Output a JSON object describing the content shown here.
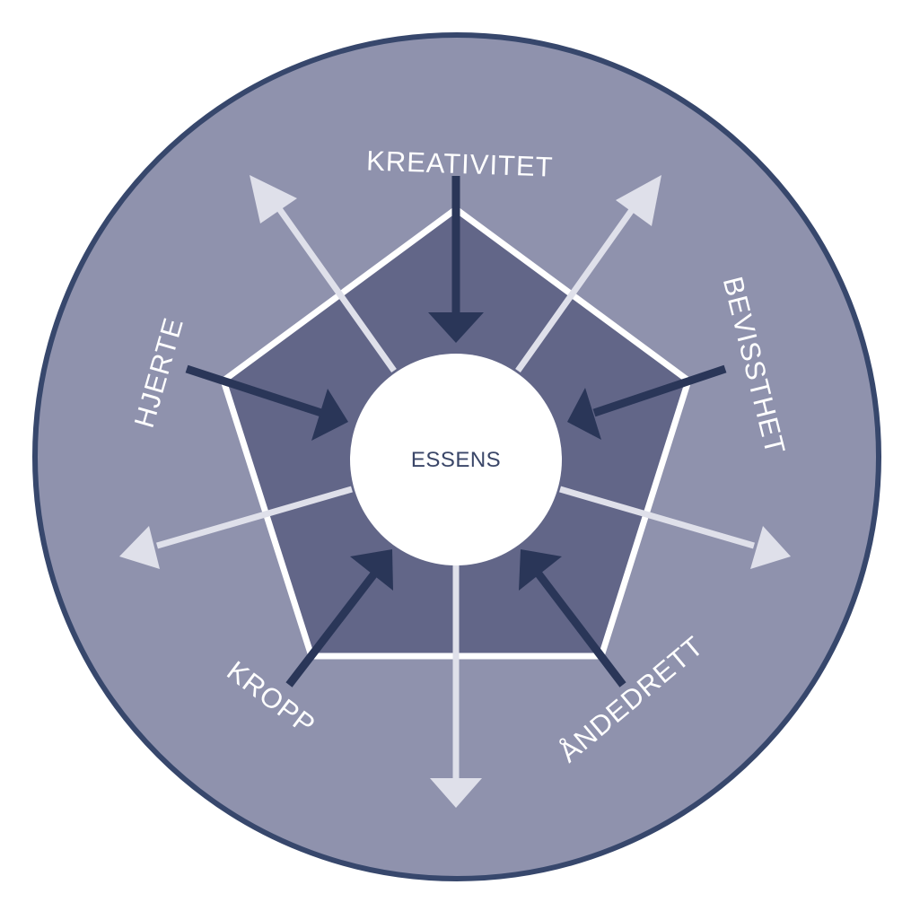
{
  "diagram": {
    "center_label": "ESSENS",
    "labels": {
      "kreativitet": "KREATIVITET",
      "bevissthet": "BEVISSTHET",
      "andedrett": "ÅNDEDRETT",
      "kropp": "KROPP",
      "hjerte": "HJERTE"
    }
  },
  "colors": {
    "outer_fill": "#8f92ad",
    "outer_stroke": "#37476c",
    "pentagon_fill": "#626688",
    "pentagon_stroke": "#ffffff",
    "inward_arrow": "#2a3658",
    "outward_arrow": "#dfe0ea",
    "center_fill": "#ffffff",
    "center_text": "#3a4668"
  }
}
